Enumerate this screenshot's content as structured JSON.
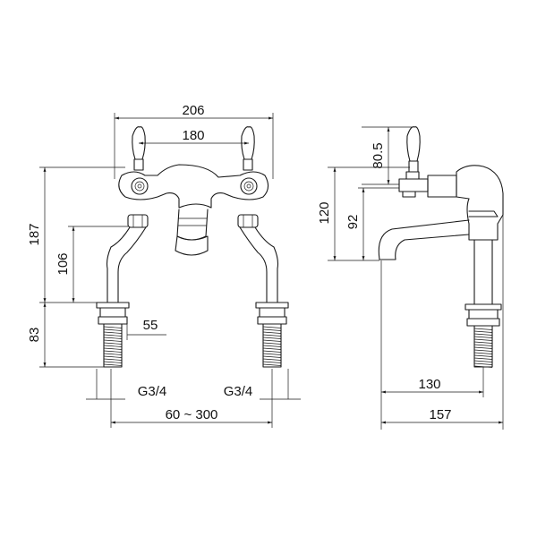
{
  "dimensions": {
    "overall_width": "206",
    "handle_spacing": "180",
    "total_height": "187",
    "riser_height": "106",
    "tail_length": "83",
    "tail_gap": "55",
    "thread_left": "G3/4",
    "thread_right": "G3/4",
    "centres_range": "60 ~ 300",
    "lever_height": "80.5",
    "spout_height": "120",
    "spout_outlet": "92",
    "spout_reach": "130",
    "overall_depth": "157"
  }
}
